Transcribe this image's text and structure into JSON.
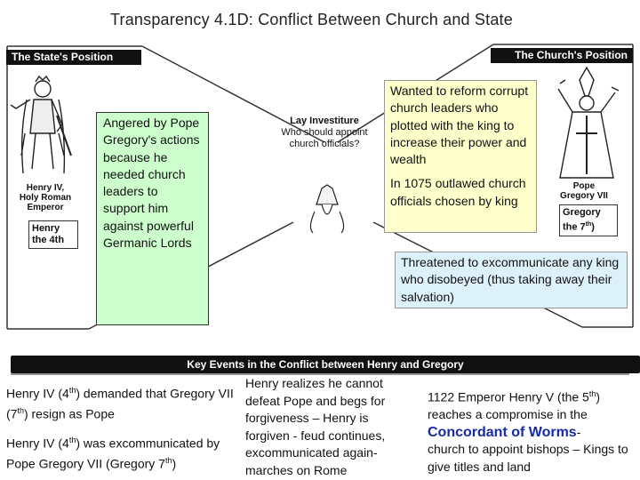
{
  "title": "Transparency 4.1D:  Conflict Between Church and State",
  "state_header": "The State's Position",
  "church_header": "The Church's Position",
  "henry_caption": "Henry IV,\nHoly Roman\nEmperor",
  "henry_label": "Henry the 4th",
  "pope_caption": "Pope\nGregory VII",
  "gregory_label_main": "Gregory the 7",
  "gregory_label_sup": "th",
  "gregory_label_end": ")",
  "lay_investiture": {
    "title": "Lay Investiture",
    "question": "Who should appoint church officials?"
  },
  "green_box": "Angered by Pope Gregory's actions because he needed church leaders to support him against powerful Germanic Lords",
  "yellow_box": {
    "p1": "Wanted to reform corrupt church leaders who plotted with the king to increase their power and wealth",
    "p2": "In 1075 outlawed church officials chosen by king"
  },
  "blue_box": "Threatened to excommunicate any king who disobeyed (thus taking away their salvation)",
  "key_events_header": "Key Events in the Conflict between Henry and Gregory",
  "events": {
    "left": {
      "e1_a": "Henry IV (4",
      "e1_sup1": "th",
      "e1_b": ") demanded that Gregory VII (7",
      "e1_sup2": "th",
      "e1_c": ") resign as Pope",
      "e2_a": "Henry IV (4",
      "e2_sup1": "th",
      "e2_b": ") was excommunicated by Pope Gregory VII (Gregory 7",
      "e2_sup2": "th",
      "e2_c": ")"
    },
    "middle": "Henry realizes he cannot defeat Pope and begs for forgiveness – Henry is forgiven - feud continues, excommunicated again- marches on Rome",
    "right": {
      "a": "1122 Emperor Henry V (the 5",
      "sup": "th",
      "b": ") reaches a compromise in the",
      "concordat": "Concordant of Worms",
      "c": "-",
      "d": "church to appoint bishops – Kings to give titles and land"
    }
  },
  "colors": {
    "green_box": "#ccffcc",
    "yellow_box": "#ffffcc",
    "blue_box": "#ddf1fb",
    "concordat_text": "#1a2aa6",
    "header_bg": "#111111"
  }
}
